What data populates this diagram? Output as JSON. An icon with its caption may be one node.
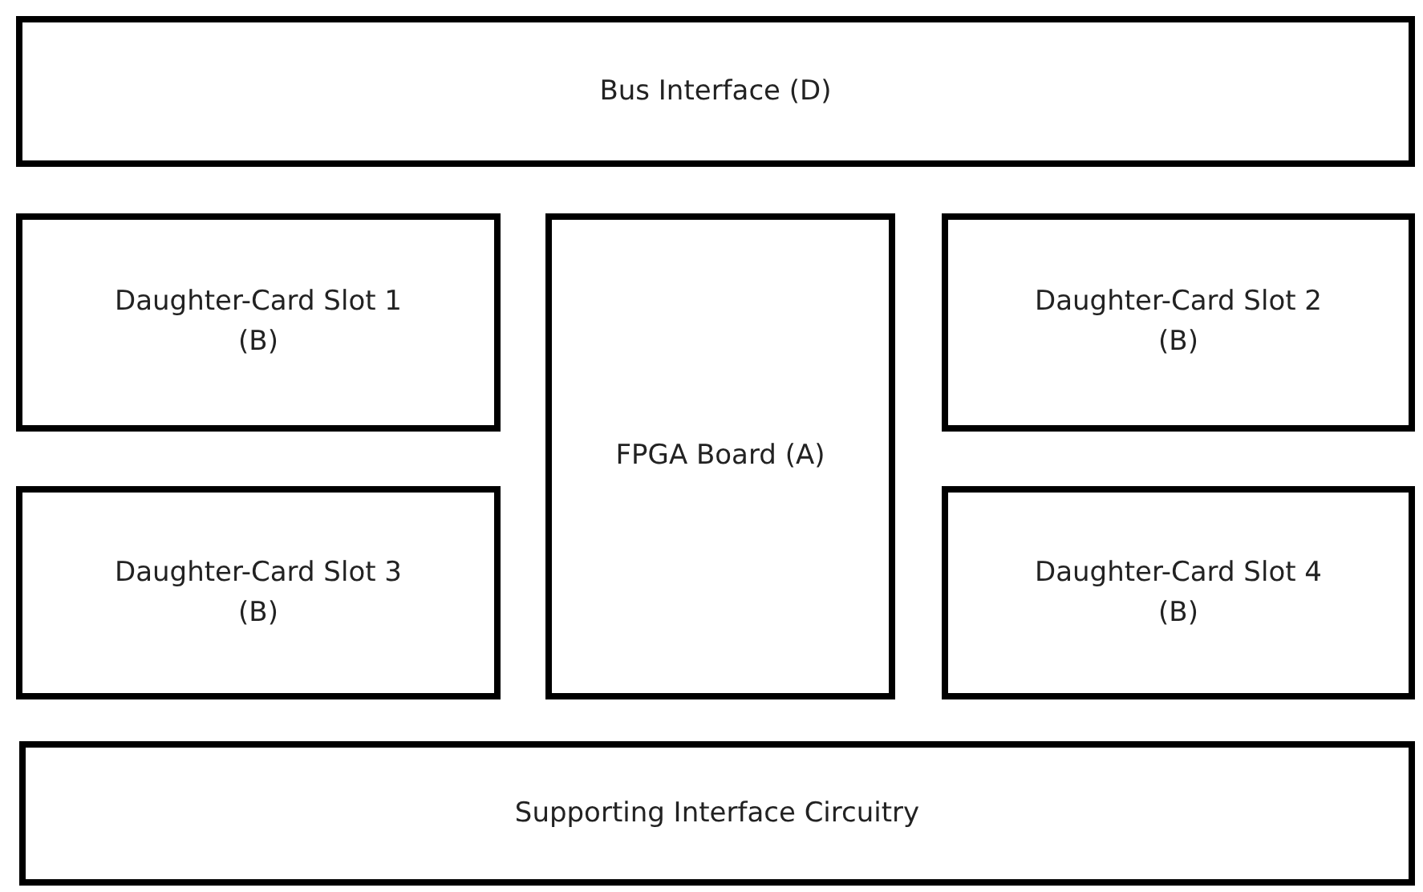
{
  "diagram": {
    "nodes": [
      {
        "text": [
          "Bus Interface (D)"
        ]
      },
      {
        "text": [
          "Daughter-Card Slot 1 (B)"
        ]
      },
      {
        "text": [
          "FPGA Board (A)"
        ]
      },
      {
        "text": [
          "Daughter-Card Slot 2 (B)"
        ]
      },
      {
        "text": [
          "Daughter-Card Slot 3 (B)"
        ]
      },
      {
        "text": [
          "Daughter-Card Slot 4 (B)"
        ]
      },
      {
        "text": [
          "Supporting Interface Circuitry"
        ]
      }
    ]
  }
}
